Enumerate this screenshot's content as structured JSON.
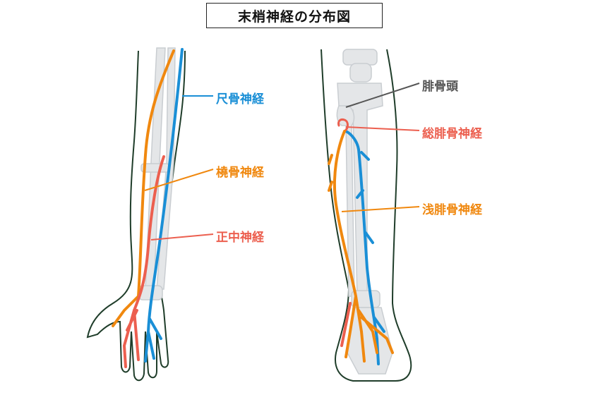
{
  "title": "末梢神経の分布図",
  "colors": {
    "ulnar": "#1a8fd6",
    "radial": "#f0880f",
    "median": "#ec5f4f",
    "fibular_head_label": "#555555",
    "skin_outline": "#1f3d2a",
    "bone_fill": "#e4e6e8",
    "bone_stroke": "#c9cdd1"
  },
  "arm_labels": {
    "ulnar": "尺骨神経",
    "radial": "橈骨神経",
    "median": "正中神経"
  },
  "leg_labels": {
    "fibular_head": "腓骨頭",
    "common_fibular": "総腓骨神経",
    "superficial_fibular": "浅腓骨神経"
  }
}
